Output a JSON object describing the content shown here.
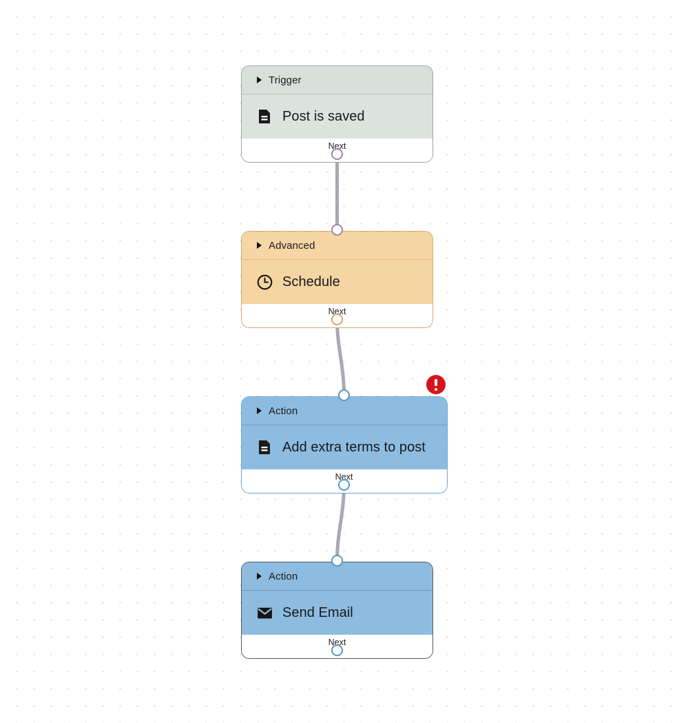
{
  "canvas": {
    "background_color": "#ffffff",
    "dot_color": "#d9d9dd",
    "label": "workflow-canvas"
  },
  "nodes": [
    {
      "id": "trigger-post-is-saved",
      "category_label": "Trigger",
      "title": "Post is saved",
      "icon": "document-icon",
      "footer_label": "Next",
      "accent_color": "#9aa5a1",
      "header_color": "#d8e0db",
      "body_color": "#dce3de",
      "selected": false,
      "has_error": false
    },
    {
      "id": "advanced-schedule",
      "category_label": "Advanced",
      "title": "Schedule",
      "icon": "clock-icon",
      "footer_label": "Next",
      "accent_color": "#d9ab6a",
      "header_color": "#f5d6a4",
      "body_color": "#f5d5a2",
      "selected": false,
      "has_error": false
    },
    {
      "id": "action-add-extra-terms",
      "category_label": "Action",
      "title": "Add extra terms to post",
      "icon": "document-icon",
      "footer_label": "Next",
      "accent_color": "#6fa6d4",
      "header_color": "#8ebce0",
      "body_color": "#8ebce0",
      "selected": false,
      "has_error": true,
      "error_badge": "error-exclamation-icon",
      "error_color": "#d5141b"
    },
    {
      "id": "action-send-email",
      "category_label": "Action",
      "title": "Send Email",
      "icon": "envelope-icon",
      "footer_label": "Next",
      "accent_color": "#55595c",
      "header_color": "#8ebce0",
      "body_color": "#8ebce0",
      "selected": true,
      "has_error": false
    }
  ],
  "ports": [
    {
      "name": "trigger-output-port",
      "color": "#a284ab"
    },
    {
      "name": "advanced-input-port",
      "color": "#a284ab"
    },
    {
      "name": "advanced-output-port",
      "color": "#d3a869"
    },
    {
      "name": "action-terms-input-port",
      "color": "#5d96c6"
    },
    {
      "name": "action-terms-output-port",
      "color": "#5d96c6"
    },
    {
      "name": "action-email-input-port",
      "color": "#5d96c6"
    },
    {
      "name": "action-email-output-port",
      "color": "#5d96c6"
    }
  ],
  "edges": [
    {
      "name": "edge-trigger-to-advanced",
      "from": "trigger-output-port",
      "to": "advanced-input-port",
      "color": "#a9a9b4"
    },
    {
      "name": "edge-advanced-to-action-terms",
      "from": "advanced-output-port",
      "to": "action-terms-input-port",
      "color": "#a9a9b4"
    },
    {
      "name": "edge-action-terms-to-send-email",
      "from": "action-terms-output-port",
      "to": "action-email-input-port",
      "color": "#a9a9b4"
    }
  ]
}
